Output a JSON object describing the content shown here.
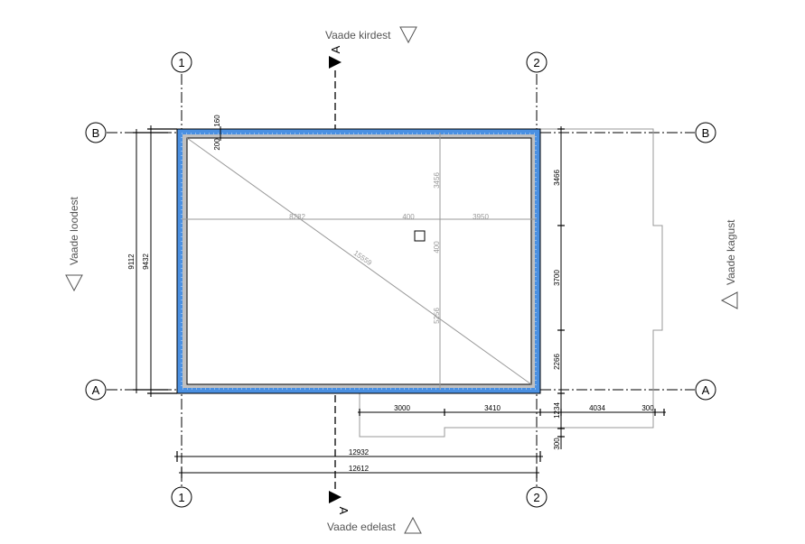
{
  "views": {
    "north_east": "Vaade kirdest",
    "south_west": "Vaade edelast",
    "north_west": "Vaade loodest",
    "south_east": "Vaade kagust"
  },
  "grid_labels": {
    "col1": "1",
    "col2": "2",
    "rowA": "A",
    "rowB": "B"
  },
  "section_label": "A",
  "dimensions": {
    "overall_outer": "12932",
    "overall_axis": "12612",
    "height_axis": "9112",
    "height_outer": "9432",
    "wall_top_a": "160",
    "wall_top_b": "200",
    "inner_h_left": "8282",
    "inner_h_mid": "400",
    "inner_h_right": "3950",
    "inner_v_top": "3456",
    "inner_v_mid": "400",
    "inner_v_bottom": "5256",
    "diagonal": "15559",
    "right_1": "3466",
    "right_2": "3700",
    "right_3": "2266",
    "right_4": "1234",
    "right_5": "300",
    "bottom_1": "3000",
    "bottom_2": "3410",
    "bottom_3": "4034",
    "bottom_4": "300"
  },
  "colors": {
    "insulation": "#4a90e2",
    "wall": "#c0c0c0"
  }
}
